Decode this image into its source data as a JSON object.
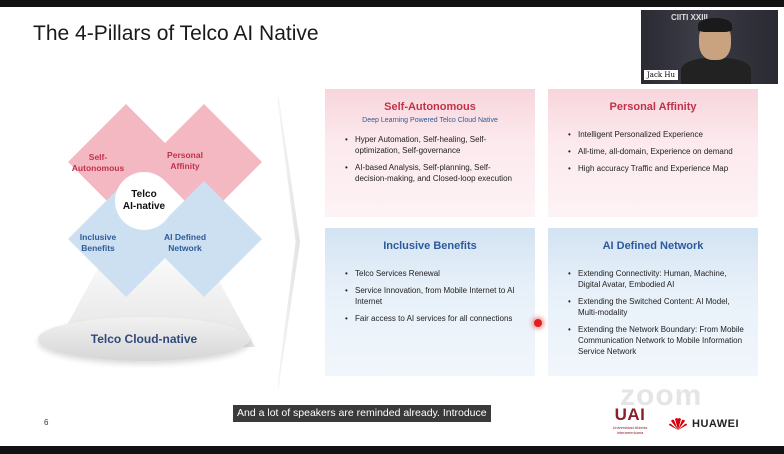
{
  "slide": {
    "title": "The 4-Pillars of Telco AI Native",
    "page_number": "6"
  },
  "diagram": {
    "pillars": [
      {
        "line1": "Self-",
        "line2": "Autonomous"
      },
      {
        "line1": "Personal",
        "line2": "Affinity"
      },
      {
        "line1": "Inclusive",
        "line2": "Benefits"
      },
      {
        "line1": "AI Defined",
        "line2": "Network"
      }
    ],
    "center": {
      "line1": "Telco",
      "line2": "AI-native"
    },
    "base": "Telco Cloud-native"
  },
  "cards": [
    {
      "title": "Self-Autonomous",
      "subtitle": "Deep Learning Powered Telco Cloud Native",
      "items": [
        "Hyper Automation, Self-healing, Self-optimization, Self-governance",
        "AI-based Analysis, Self-planning, Self-decision-making, and Closed-loop execution"
      ]
    },
    {
      "title": "Personal Affinity",
      "items": [
        "Intelligent Personalized Experience",
        "All-time, all-domain, Experience on demand",
        "High accuracy Traffic and Experience Map"
      ]
    },
    {
      "title": "Inclusive Benefits",
      "items": [
        "Telco Services Renewal",
        "Service Innovation, from Mobile Internet to AI Internet",
        "Fair access to AI services for all connections"
      ]
    },
    {
      "title": "AI Defined Network",
      "items": [
        "Extending Connectivity: Human, Machine, Digital Avatar, Embodied AI",
        "Extending the Switched Content: AI Model, Multi-modality",
        "Extending the Network Boundary: From Mobile Communication Network to Mobile Information Service Network"
      ]
    }
  ],
  "caption": "And a lot of speakers are reminded already. Introduce",
  "watermark": "zoom",
  "logos": {
    "uai_mark": "UAI",
    "uai_line1": "Universidad Abierta",
    "uai_line2": "Interamericana",
    "huawei": "HUAWEI"
  },
  "video": {
    "participant_name": "Jack Hu",
    "banner": "CIITI XXIII"
  },
  "colors": {
    "pillar_red": "#f4b8c3",
    "pillar_blue": "#cde0f1",
    "title_red": "#c0324a",
    "title_blue": "#2d5a9a"
  }
}
